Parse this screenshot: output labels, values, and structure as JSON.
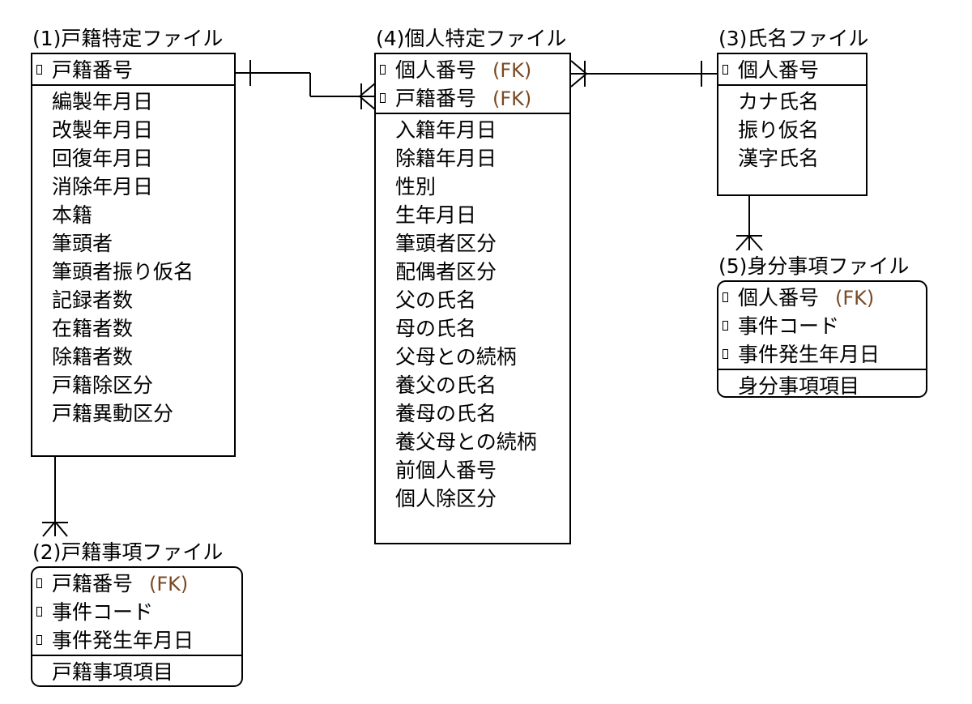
{
  "diagram": {
    "entities": {
      "koseki": {
        "title": "(1)戸籍特定ファイル",
        "keys": [
          {
            "name": "戸籍番号",
            "fk": ""
          }
        ],
        "attributes": [
          "編製年月日",
          "改製年月日",
          "回復年月日",
          "消除年月日",
          "本籍",
          "筆頭者",
          "筆頭者振り仮名",
          "記録者数",
          "在籍者数",
          "除籍者数",
          "戸籍除区分",
          "戸籍異動区分"
        ]
      },
      "koseki_jiko": {
        "title": "(2)戸籍事項ファイル",
        "keys": [
          {
            "name": "戸籍番号",
            "fk": "(FK)"
          },
          {
            "name": "事件コード",
            "fk": ""
          },
          {
            "name": "事件発生年月日",
            "fk": ""
          }
        ],
        "attributes": [
          "戸籍事項項目"
        ]
      },
      "shimei": {
        "title": "(3)氏名ファイル",
        "keys": [
          {
            "name": "個人番号",
            "fk": ""
          }
        ],
        "attributes": [
          "カナ氏名",
          "振り仮名",
          "漢字氏名"
        ]
      },
      "kojin": {
        "title": "(4)個人特定ファイル",
        "keys": [
          {
            "name": "個人番号",
            "fk": "(FK)"
          },
          {
            "name": "戸籍番号",
            "fk": "(FK)"
          }
        ],
        "attributes": [
          "入籍年月日",
          "除籍年月日",
          "性別",
          "生年月日",
          "筆頭者区分",
          "配偶者区分",
          "父の氏名",
          "母の氏名",
          "父母との続柄",
          "養父の氏名",
          "養母の氏名",
          "養父母との続柄",
          "前個人番号",
          "個人除区分"
        ]
      },
      "mibun_jiko": {
        "title": "(5)身分事項ファイル",
        "keys": [
          {
            "name": "個人番号",
            "fk": "(FK)"
          },
          {
            "name": "事件コード",
            "fk": ""
          },
          {
            "name": "事件発生年月日",
            "fk": ""
          }
        ],
        "attributes": [
          "身分事項項目"
        ]
      }
    },
    "colors": {
      "line": "#000000",
      "fk_text": "#7a4a23"
    }
  }
}
